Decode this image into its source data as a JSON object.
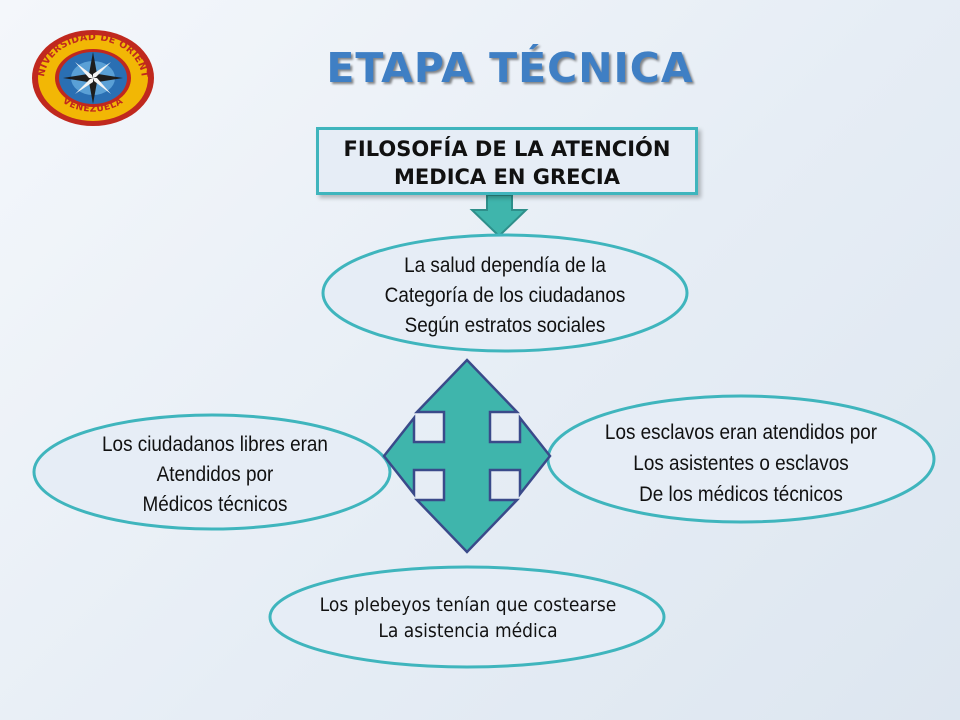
{
  "title": "ETAPA TÉCNICA",
  "logo": {
    "text_top": "UNIVERSIDAD DE ORIENTE",
    "text_bottom": "VENEZUELA"
  },
  "top_box": {
    "text": "Filosofía de la atención\nmedica en grecia"
  },
  "ellipses": {
    "top": "La salud dependía de la\nCategoría de los ciudadanos\nSegún estratos sociales",
    "left": "Los ciudadanos libres eran\nAtendidos por\nMédicos técnicos",
    "right": "Los esclavos eran atendidos por\nLos asistentes o esclavos\nDe los médicos técnicos",
    "bottom": "Los plebeyos tenían que costearse\nLa asistencia médica"
  },
  "colors": {
    "title": "#3f7fc4",
    "outline": "#3fb5bd",
    "arrow_fill": "#3fb5ac",
    "arrow_stroke": "#3a4a8a",
    "fill": "#e6edf6",
    "logo_red": "#c0281e",
    "logo_gold": "#f2b705",
    "logo_blue": "#2a6fb3"
  }
}
